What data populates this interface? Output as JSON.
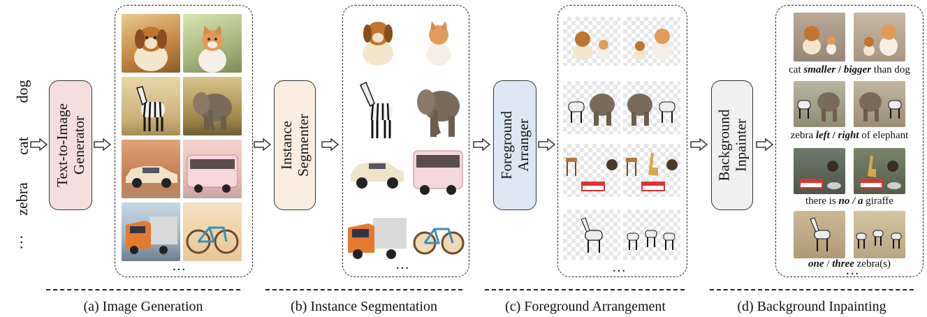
{
  "inputs": {
    "words": [
      "dog",
      "cat",
      "zebra",
      "…"
    ]
  },
  "stages": {
    "generator": "Text-to-Image\nGenerator",
    "segmenter": "Instance\nSegmenter",
    "arranger": "Foreground\nArranger",
    "inpainter": "Background\nInpainter"
  },
  "panels": {
    "ellipsis": "…"
  },
  "captions": {
    "cap1": {
      "pre": "cat ",
      "em1": "smaller",
      "mid": " / ",
      "em2": "bigger",
      "post": " than dog"
    },
    "cap2": {
      "pre": "zebra ",
      "em1": "left",
      "mid": " / ",
      "em2": "right",
      "post": " of elephant"
    },
    "cap3": {
      "pre": "there is ",
      "em1": "no / a",
      "mid": "",
      "em2": "",
      "post": " giraffe"
    },
    "cap4": {
      "pre": "",
      "em1": "one",
      "mid": " / ",
      "em2": "three",
      "post": " zebra(s)"
    }
  },
  "sections": {
    "a": "(a) Image Generation",
    "b": "(b) Instance Segmentation",
    "c": "(c) Foreground Arrangement",
    "d": "(d) Background Inpainting"
  },
  "colors": {
    "generator_fill": "#f7dede",
    "segmenter_fill": "#fbeee0",
    "arranger_fill": "#dde8f4",
    "inpainter_fill": "#f0f0f0"
  }
}
